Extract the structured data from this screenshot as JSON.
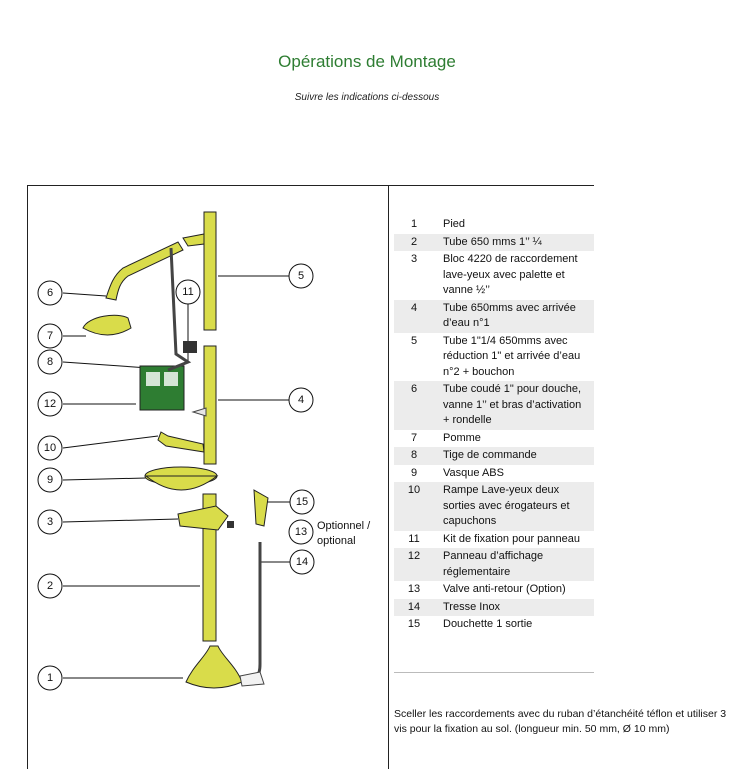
{
  "header": {
    "title": "Opérations de Montage",
    "subtitle": "Suivre les indications ci-dessous"
  },
  "figure": {
    "optional_label_line1": "Optionnel /",
    "optional_label_line2": "optional",
    "callouts": [
      "6",
      "7",
      "8",
      "12",
      "10",
      "9",
      "3",
      "2",
      "1",
      "11",
      "5",
      "4",
      "15",
      "13",
      "14"
    ]
  },
  "parts": [
    {
      "num": "1",
      "label": "Pied"
    },
    {
      "num": "2",
      "label": "Tube 650 mms 1’’ ¼"
    },
    {
      "num": "3",
      "label": "Bloc 4220 de raccordement lave-yeux avec palette et vanne ½’’"
    },
    {
      "num": "4",
      "label": "Tube 650mms avec arrivée d’eau n°1"
    },
    {
      "num": "5",
      "label": "Tube 1\"1/4 650mms avec réduction 1\" et arrivée d’eau n°2 + bouchon"
    },
    {
      "num": "6",
      "label": "Tube coudé 1\" pour douche, vanne 1’’ et bras d’activation + rondelle"
    },
    {
      "num": "7",
      "label": "Pomme"
    },
    {
      "num": "8",
      "label": "Tige de commande"
    },
    {
      "num": "9",
      "label": "Vasque ABS"
    },
    {
      "num": "10",
      "label": "Rampe Lave-yeux deux sorties avec érogateurs et capuchons"
    },
    {
      "num": "11",
      "label": "Kit de fixation pour panneau"
    },
    {
      "num": "12",
      "label": "Panneau d’affichage réglementaire"
    },
    {
      "num": "13",
      "label": "Valve anti-retour (Option)"
    },
    {
      "num": "14",
      "label": "Tresse Inox"
    },
    {
      "num": "15",
      "label": "Douchette 1 sortie"
    }
  ],
  "note": "Sceller les raccordements avec du ruban d’étanchéité téflon et utiliser 3 vis pour la fixation au sol. (longueur min. 50 mm, Ø 10 mm)",
  "colors": {
    "title": "#2e7d32",
    "pipe": "#d9dc4a",
    "sign": "#2e7d32"
  }
}
